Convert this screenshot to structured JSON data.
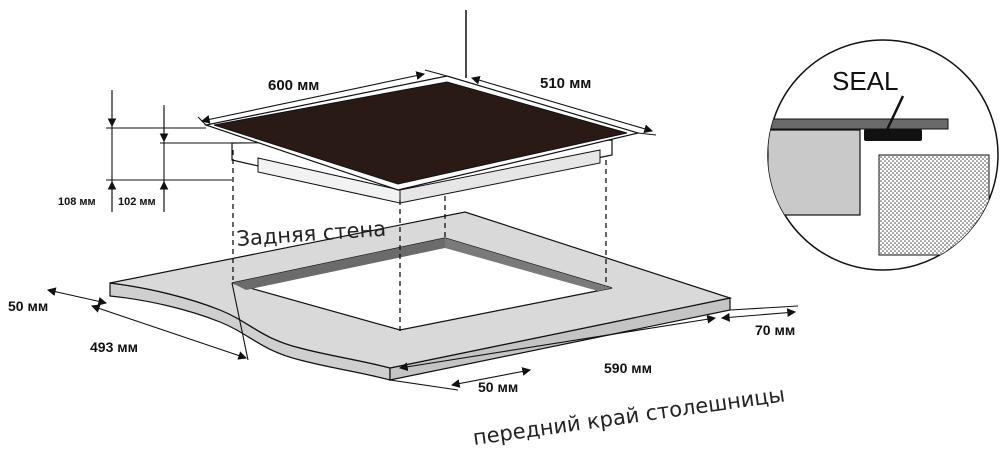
{
  "labels": {
    "width_top": "600 мм",
    "depth_top": "510 мм",
    "height_total": "108 мм",
    "height_inner": "102 мм",
    "back_wall": "Задняя стена",
    "margin_left": "50 мм",
    "cutout_depth": "493 мм",
    "margin_front": "50 мм",
    "cutout_width": "590 мм",
    "margin_back": "70 мм",
    "front_edge": "передний край столешницы",
    "seal": "SEAL"
  },
  "colors": {
    "glass": "#2a1a16",
    "countertop": "#d9d9d9",
    "cutout": "#6b6b6b",
    "line": "#111111"
  }
}
